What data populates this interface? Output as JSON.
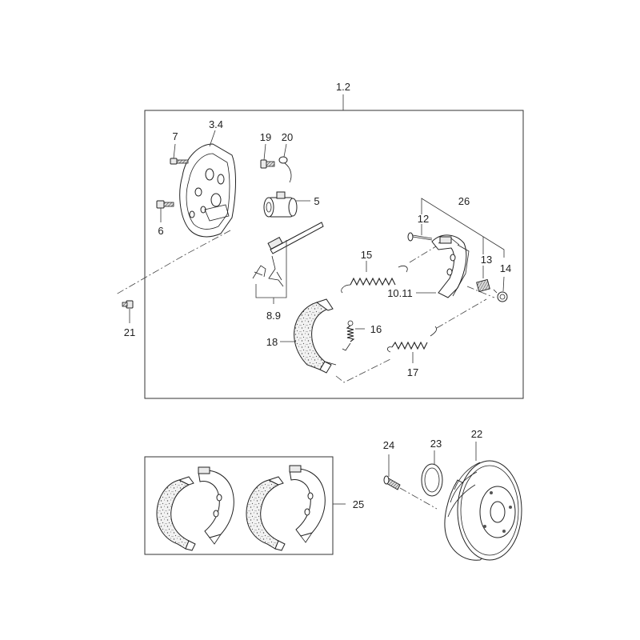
{
  "diagram": {
    "labels": {
      "main_assembly": "1.2",
      "backing_plate": "3.4",
      "wheel_cylinder": "5",
      "bolt_6": "6",
      "bolt_7": "7",
      "adjuster": "8.9",
      "shoe_assembly": "10.11",
      "pin_12": "12",
      "spring_13": "13",
      "cup_14": "14",
      "upper_spring": "15",
      "spring_16": "16",
      "lower_spring": "17",
      "shoe_18": "18",
      "bleeder_19": "19",
      "cap_20": "20",
      "bolt_21": "21",
      "drum": "22",
      "ring_23": "23",
      "wheel_bolt": "24",
      "shoe_kit": "25",
      "hold_down_kit": "26"
    }
  }
}
